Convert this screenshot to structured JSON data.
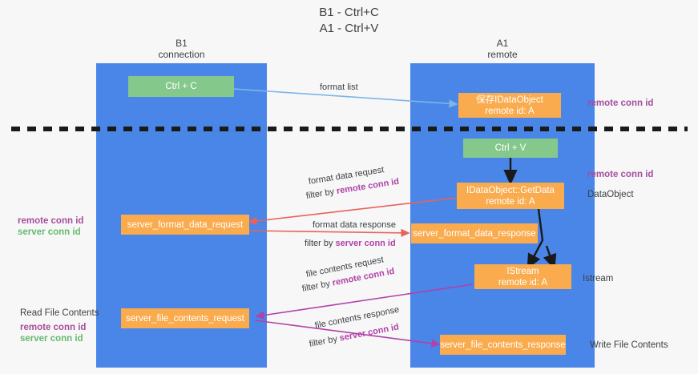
{
  "title": {
    "line1": "B1 - Ctrl+C",
    "line2": "A1 - Ctrl+V"
  },
  "columns": {
    "left": {
      "name": "B1",
      "role": "connection"
    },
    "right": {
      "name": "A1",
      "role": "remote"
    }
  },
  "nodes": {
    "ctrl_c": {
      "line1": "Ctrl + C",
      "color": "#84c98b"
    },
    "save_idataobject": {
      "line1": "保存IDataObject",
      "line2": "remote id: A",
      "color": "#f9ab4e"
    },
    "ctrl_v": {
      "line1": "Ctrl + V",
      "color": "#84c98b"
    },
    "getdata": {
      "line1": "IDataObject::GetData",
      "line2": "remote id: A",
      "color": "#f9ab4e"
    },
    "server_format_data_request": {
      "line1": "server_format_data_request",
      "color": "#f9ab4e"
    },
    "server_format_data_response": {
      "line1": "server_format_data_response",
      "color": "#f9ab4e"
    },
    "istream": {
      "line1": "IStream",
      "line2": "remote id: A",
      "color": "#f9ab4e"
    },
    "server_file_contents_request": {
      "line1": "server_file_contents_request",
      "color": "#f9ab4e"
    },
    "server_file_contents_response": {
      "line1": "server_file_contents_response",
      "color": "#f9ab4e"
    }
  },
  "edges": {
    "format_list": {
      "label": "format list"
    },
    "format_data_request": {
      "label": "format data request",
      "filter_prefix": "filter by ",
      "filter_key": "remote conn id"
    },
    "format_data_response": {
      "label": "format data response",
      "filter_prefix": "filter by ",
      "filter_key": "server conn id"
    },
    "file_contents_request": {
      "label": "file contents request",
      "filter_prefix": "filter by ",
      "filter_key": "remote conn id"
    },
    "file_contents_response": {
      "label": "file contents response",
      "filter_prefix": "filter by ",
      "filter_key": "server conn id"
    }
  },
  "annotations": {
    "right_remote_conn_top": "remote conn id",
    "right_remote_conn_mid": "remote conn id",
    "right_dataobject": "DataObject",
    "right_istream": "Istream",
    "right_write_file": "Write File Contents",
    "left_remote_conn_mid": "remote conn id",
    "left_server_conn_mid": "server conn id",
    "left_read_file": "Read File Contents",
    "left_remote_conn_bot": "remote conn id",
    "left_server_conn_bot": "server conn id"
  },
  "colors": {
    "lane": "#4a86e8",
    "node_green": "#84c98b",
    "node_orange": "#f9ab4e",
    "arrow_blue": "#7eb6e8",
    "arrow_red": "#e8625a",
    "arrow_magenta": "#b042a8",
    "arrow_black": "#1a1a1a",
    "key_purple": "#a64d9e",
    "key_green": "#66b96e",
    "divider": "#1a1a1a",
    "background": "#f7f7f7"
  }
}
